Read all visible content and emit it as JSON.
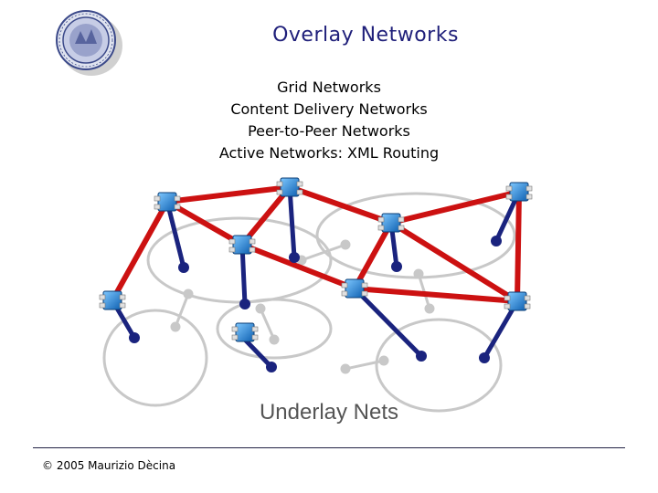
{
  "slide": {
    "title": "Overlay Networks",
    "bullets": [
      "Grid Networks",
      "Content Delivery Networks",
      "Peer-to-Peer Networks",
      "Active Networks: XML Routing"
    ],
    "underlay_label": "Underlay Nets",
    "copyright": "© 2005 Maurizio Dècina"
  },
  "icons": {
    "logo": "university-seal-icon",
    "router": "router-node-icon",
    "host": "host-node-icon"
  },
  "colors": {
    "title": "#1f1f7a",
    "overlay_links": "#cc1111",
    "access_links": "#1a237e",
    "underlay": "#c8c8c8",
    "node": "#1e88e5",
    "label": "#555555"
  }
}
